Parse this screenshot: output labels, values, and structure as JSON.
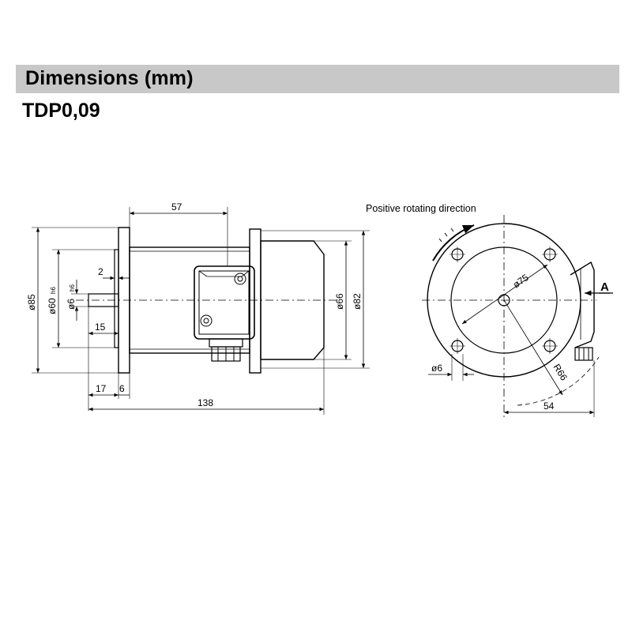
{
  "header": {
    "title": "Dimensions  (mm)"
  },
  "model": {
    "name": "TDP0,09"
  },
  "side_view": {
    "dim_57": "57",
    "dim_2": "2",
    "dim_15": "15",
    "dim_17": "17",
    "dim_6": "6",
    "dim_138": "138",
    "dia_85": "ø85",
    "dia_60": "ø60",
    "dia_60_tol": "h6",
    "dia_6": "ø6",
    "dia_6_tol": "h6",
    "dia_66": "ø66",
    "dia_82": "ø82"
  },
  "front_view": {
    "rotation_label": "Positive rotating direction",
    "dia_75": "ø75",
    "dia_6": "ø6",
    "radius_66": "R66",
    "dim_54": "54",
    "view_a": "A"
  },
  "colors": {
    "header_bg": "#c8c8c8",
    "line": "#000000"
  }
}
